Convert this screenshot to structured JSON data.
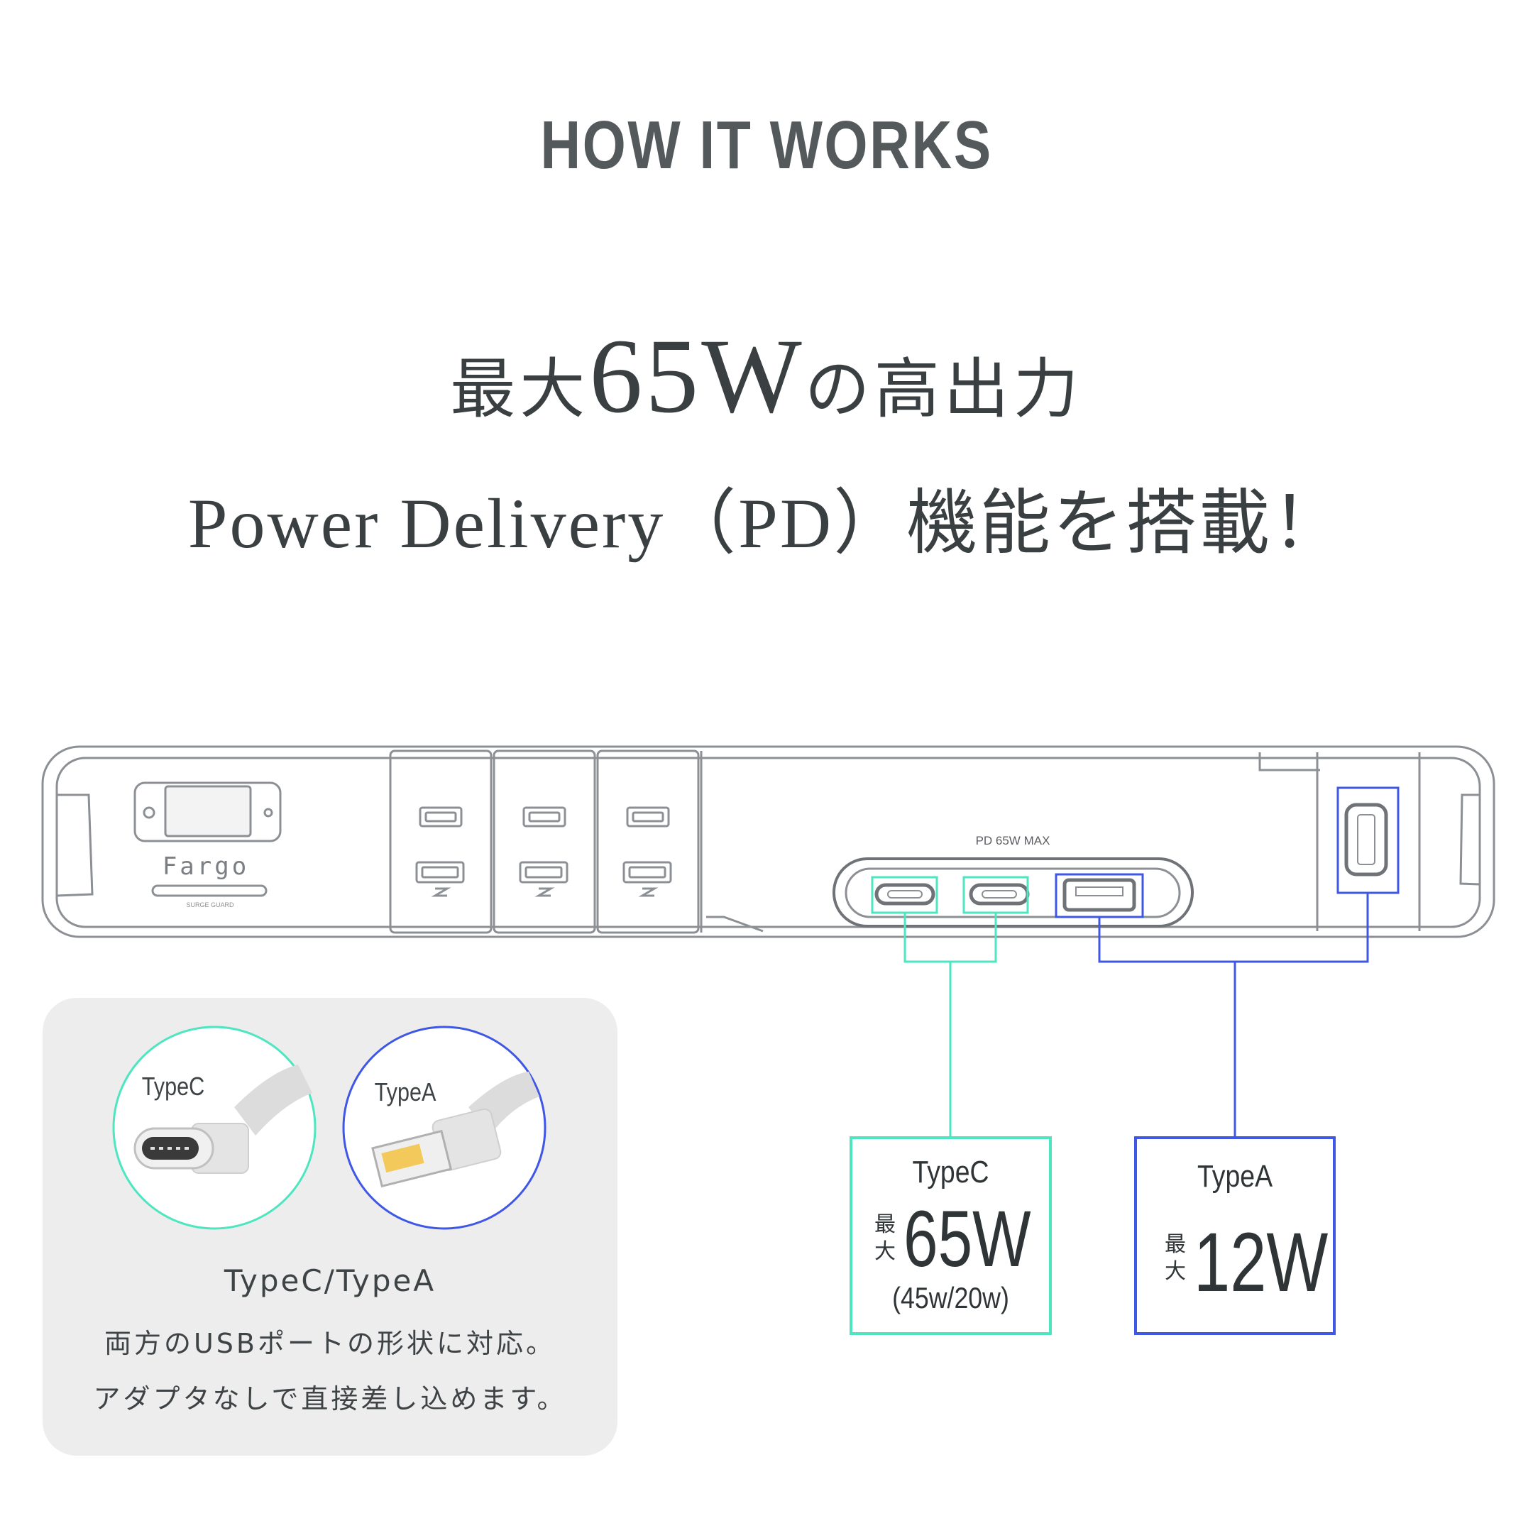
{
  "header": {
    "section_title": "HOW IT WORKS",
    "headline_prefix": "最大",
    "headline_value": "65W",
    "headline_suffix": "の高出力",
    "headline_line2": "Power Delivery（PD）機能を搭載！"
  },
  "device": {
    "brand": "Fargo",
    "brand_subtitle": "SURGE GUARD",
    "usb_module_label": "PD 65W MAX"
  },
  "info_panel": {
    "typec_circle_label": "TypeC",
    "typea_circle_label": "TypeA",
    "title": "TypeC/TypeA",
    "description_line1": "両方のUSBポートの形状に対応。",
    "description_line2": "アダプタなしで直接差し込めます。"
  },
  "specs": {
    "typec": {
      "name": "TypeC",
      "max_label": "最大",
      "watt": "65W",
      "sub": "(45w/20w)"
    },
    "typea": {
      "name": "TypeA",
      "max_label": "最大",
      "watt": "12W"
    }
  },
  "colors": {
    "typec_accent": "#4de6c0",
    "typea_accent": "#3f57e6",
    "outline": "#8c9094",
    "panel_bg": "#ededed"
  }
}
